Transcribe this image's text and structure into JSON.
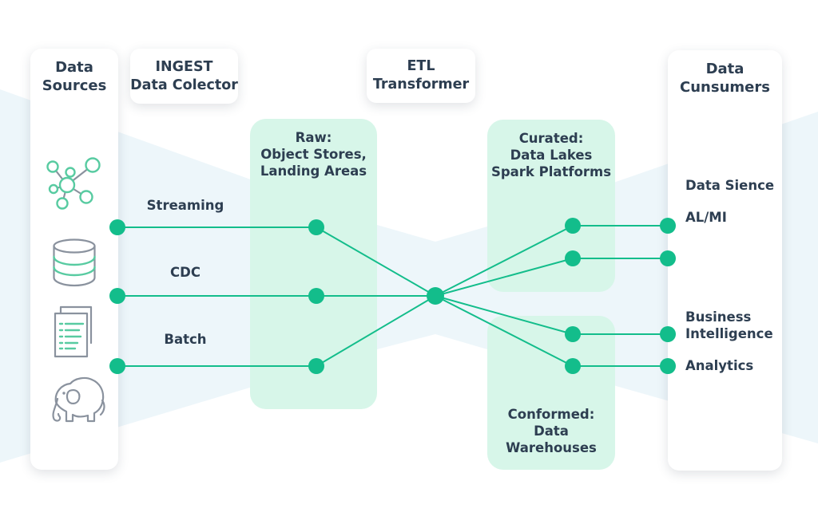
{
  "colors": {
    "accent": "#13bd8b",
    "mint": "#d7f6e9",
    "sky": "#edf6fa",
    "ink": "#2d3e51",
    "icon_gray": "#8a929e",
    "icon_green": "#58cba1"
  },
  "columns": {
    "sources": {
      "title": "Data\nSources",
      "icons": [
        "network-icon",
        "database-icon",
        "documents-icon",
        "elephant-icon"
      ]
    },
    "consumers": {
      "title": "Data\nCunsumers",
      "items": {
        "data_science": "Data Sience",
        "al_mi": "AL/MI",
        "business_intelligence": "Business\nIntelligence",
        "analytics": "Analytics"
      }
    }
  },
  "headers": {
    "ingest": "INGEST\nData Colector",
    "etl": "ETL\nTransformer"
  },
  "stages": {
    "raw": "Raw:\nObject Stores,\nLanding Areas",
    "curated": "Curated:\nData Lakes\nSpark Platforms",
    "conformed": "Conformed:\nData Warehouses"
  },
  "flows": {
    "streaming": "Streaming",
    "cdc": "CDC",
    "batch": "Batch"
  }
}
